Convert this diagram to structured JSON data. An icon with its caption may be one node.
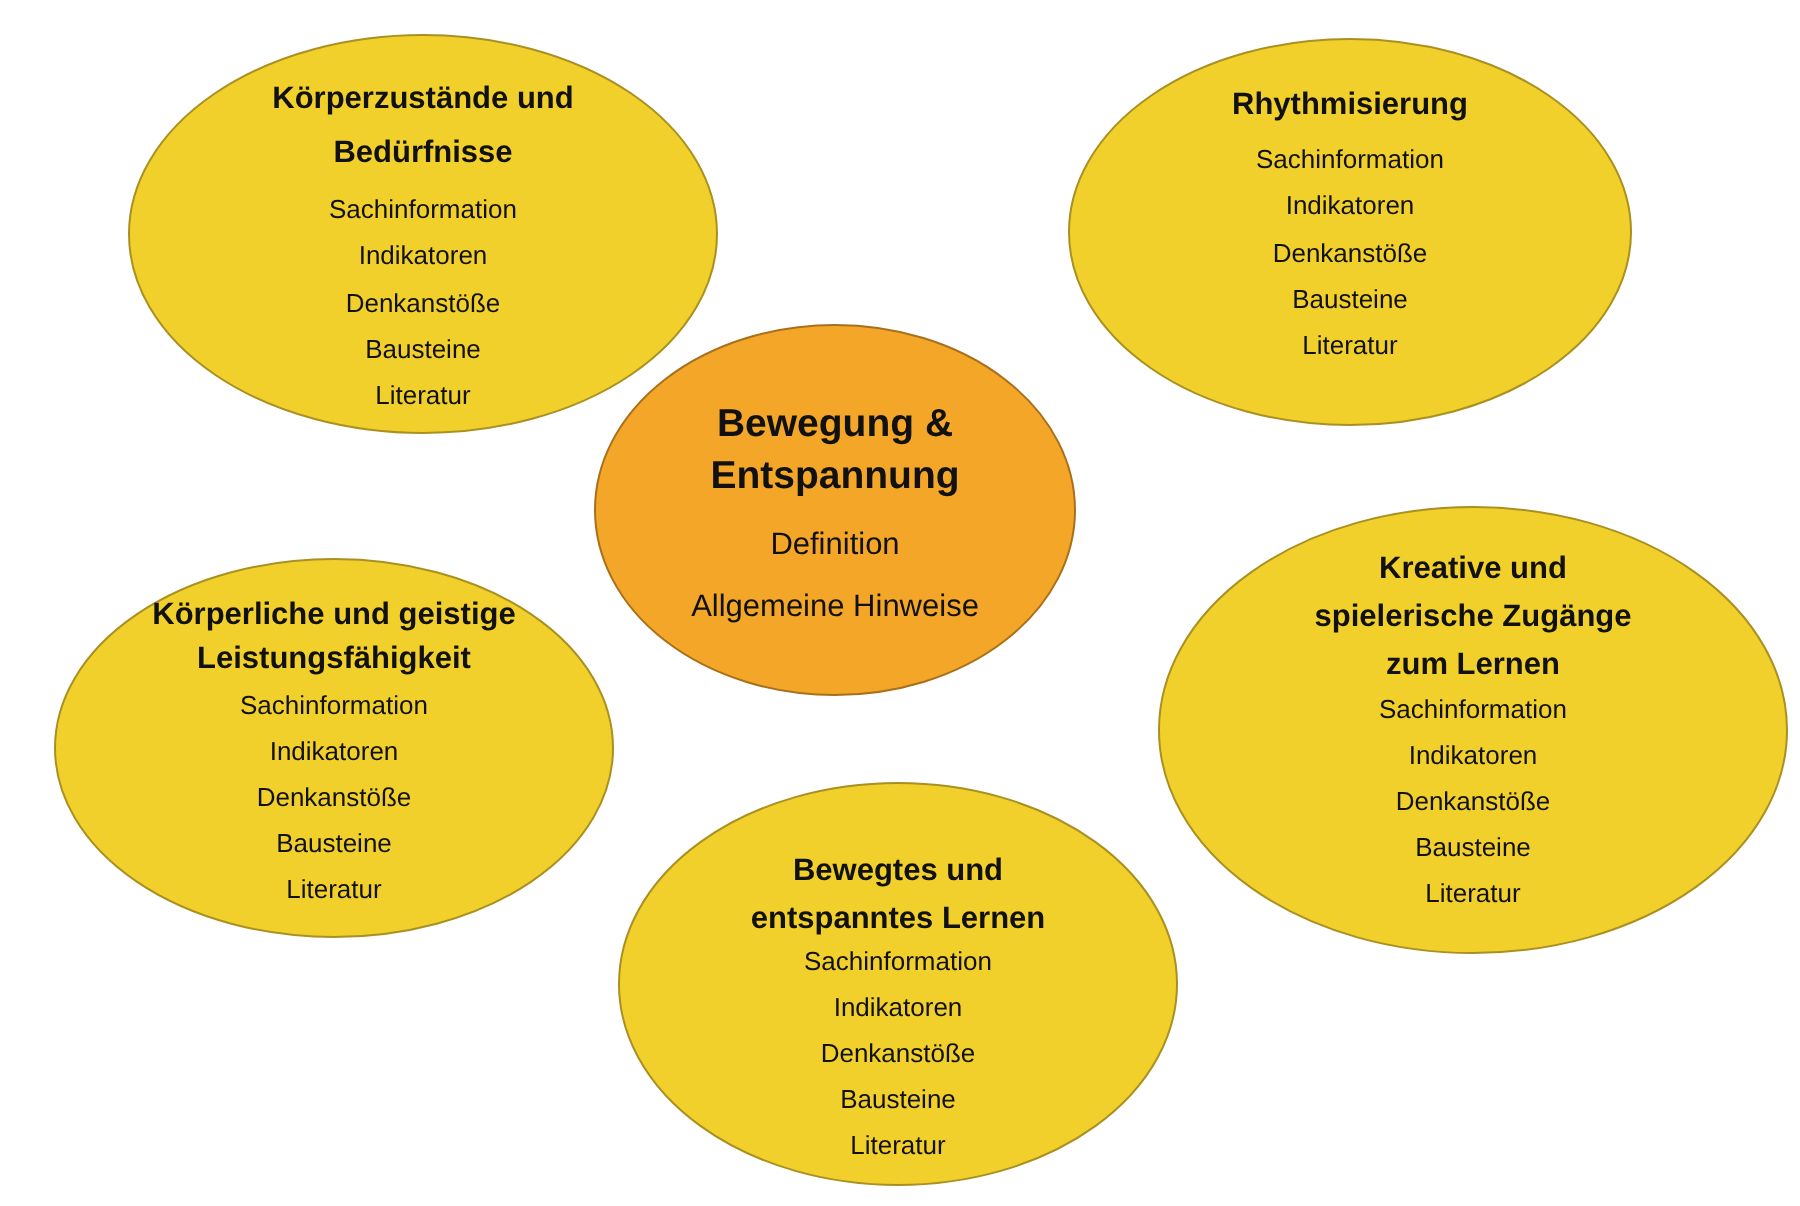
{
  "diagram": {
    "nodes": [
      {
        "text": [
          "Körperzustände und Bedürfnisse",
          "Sachinformation",
          "Indikatoren",
          "Denkanstöße",
          "Bausteine",
          "Literatur"
        ]
      },
      {
        "text": [
          "Rhythmisierung",
          "Sachinformation",
          "Indikatoren",
          "Denkanstöße",
          "Bausteine",
          "Literatur"
        ]
      },
      {
        "text": [
          "Bewegung & Entspannung",
          "Definition",
          "Allgemeine Hinweise"
        ]
      },
      {
        "text": [
          "Körperliche und geistige Leistungsfähigkeit",
          "Sachinformation",
          "Indikatoren",
          "Denkanstöße",
          "Bausteine",
          "Literatur"
        ]
      },
      {
        "text": [
          "Kreative und spielerische Zugänge zum Lernen",
          "Sachinformation",
          "Indikatoren",
          "Denkanstöße",
          "Bausteine",
          "Literatur"
        ]
      },
      {
        "text": [
          "Bewegtes und entspanntes Lernen",
          "Sachinformation",
          "Indikatoren",
          "Denkanstöße",
          "Bausteine",
          "Literatur"
        ]
      }
    ]
  }
}
